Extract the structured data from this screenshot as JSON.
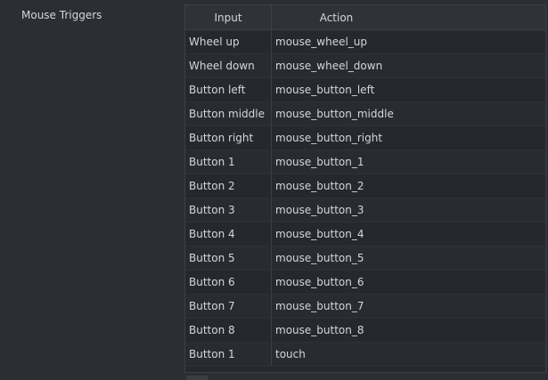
{
  "section": {
    "label": "Mouse Triggers"
  },
  "table": {
    "headers": {
      "input": "Input",
      "action": "Action"
    },
    "rows": [
      {
        "input": "Wheel up",
        "action": "mouse_wheel_up"
      },
      {
        "input": "Wheel down",
        "action": "mouse_wheel_down"
      },
      {
        "input": "Button left",
        "action": "mouse_button_left"
      },
      {
        "input": "Button middle",
        "action": "mouse_button_middle"
      },
      {
        "input": "Button right",
        "action": "mouse_button_right"
      },
      {
        "input": "Button 1",
        "action": "mouse_button_1"
      },
      {
        "input": "Button 2",
        "action": "mouse_button_2"
      },
      {
        "input": "Button 3",
        "action": "mouse_button_3"
      },
      {
        "input": "Button 4",
        "action": "mouse_button_4"
      },
      {
        "input": "Button 5",
        "action": "mouse_button_5"
      },
      {
        "input": "Button 6",
        "action": "mouse_button_6"
      },
      {
        "input": "Button 7",
        "action": "mouse_button_7"
      },
      {
        "input": "Button 8",
        "action": "mouse_button_8"
      },
      {
        "input": "Button 1",
        "action": "touch"
      }
    ]
  },
  "colors": {
    "background": "#2b2e33",
    "panel": "#25282c",
    "text": "#d4d6d9",
    "border": "#3c4046"
  }
}
